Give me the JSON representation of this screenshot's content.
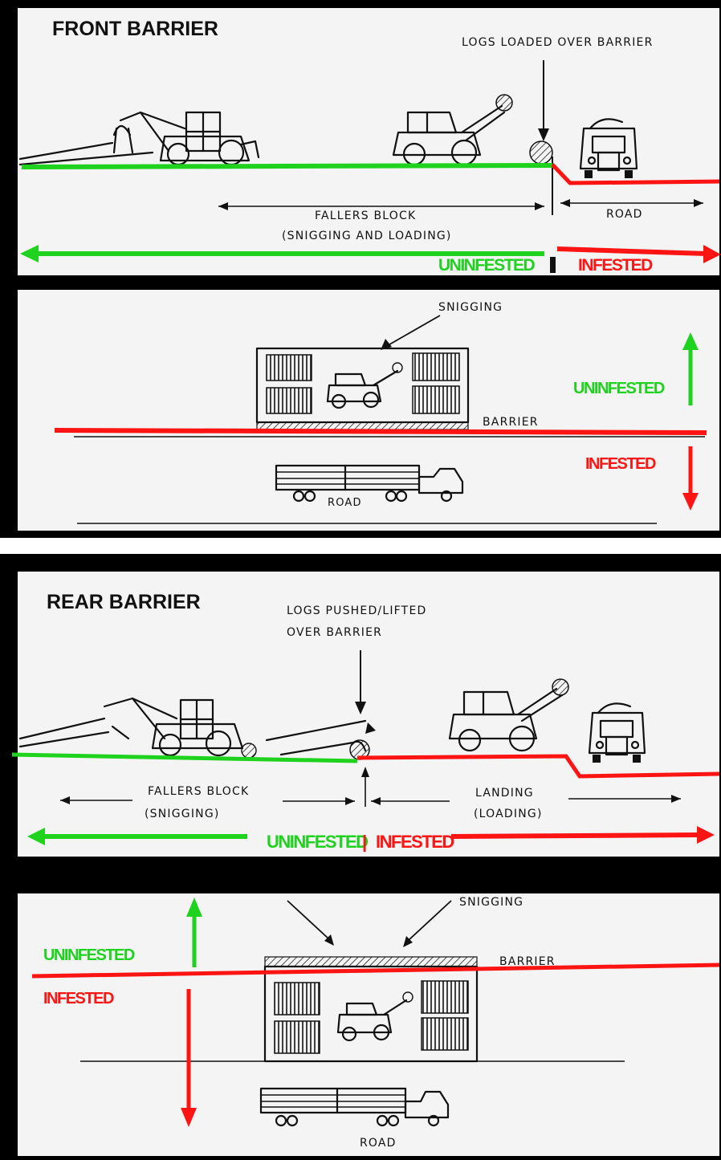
{
  "front": {
    "title": "FRONT BARRIER",
    "logs_note": "LOGS LOADED OVER BARRIER",
    "fallers_block_line1": "FALLERS BLOCK",
    "fallers_block_line2": "(SNIGGING AND LOADING)",
    "road": "ROAD",
    "uninfested": "UNINFESTED",
    "infested": "INFESTED",
    "plan_snigging": "SNIGGING",
    "plan_barrier": "BARRIER",
    "plan_road": "ROAD",
    "plan_uninfested": "UNINFESTED",
    "plan_infested": "INFESTED"
  },
  "rear": {
    "title": "REAR BARRIER",
    "logs_note_line1": "LOGS PUSHED/LIFTED",
    "logs_note_line2": "OVER BARRIER",
    "fallers_block_line1": "FALLERS BLOCK",
    "fallers_block_line2": "(SNIGGING)",
    "landing_line1": "LANDING",
    "landing_line2": "(LOADING)",
    "uninfested": "UNINFESTED",
    "separator": "|",
    "infested": "INFESTED",
    "plan_snigging": "SNIGGING",
    "plan_barrier": "BARRIER",
    "plan_road": "ROAD",
    "plan_uninfested": "UNINFESTED",
    "plan_infested": "INFESTED"
  },
  "colors": {
    "uninfested": "#1ed21e",
    "infested": "#ff1414",
    "frame": "#000000",
    "paper": "#f4f4f4"
  }
}
